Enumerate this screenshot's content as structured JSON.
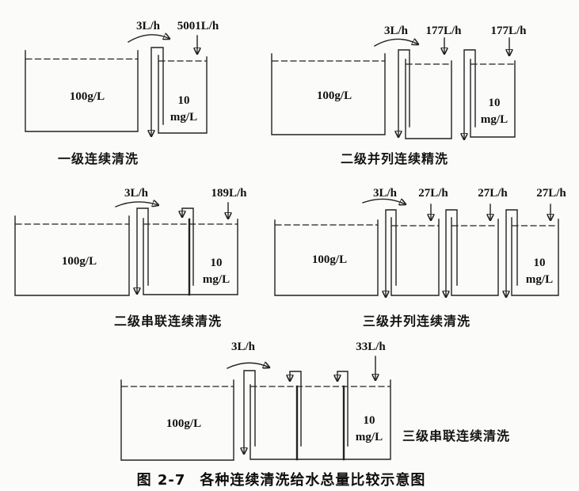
{
  "figure": {
    "caption_prefix": "图 2-7",
    "caption_title": "各种连续清洗给水总量比较示意图"
  },
  "colors": {
    "line": "#222222",
    "text": "#111111",
    "background": "#fbfbfa"
  },
  "diagrams": [
    {
      "caption": "一级连续清洗",
      "dragout": "3L/h",
      "feeds": [
        "5001L/h"
      ],
      "source": "100g/L",
      "rinse": "10 mg/L"
    },
    {
      "caption": "二级并列连续精洗",
      "dragout": "3L/h",
      "feeds": [
        "177L/h",
        "177L/h"
      ],
      "source": "100g/L",
      "rinse": "10 mg/L"
    },
    {
      "caption": "二级串联连续清洗",
      "dragout": "3L/h",
      "feeds": [
        "189L/h"
      ],
      "source": "100g/L",
      "rinse": "10 mg/L"
    },
    {
      "caption": "三级并列连续清洗",
      "dragout": "3L/h",
      "feeds": [
        "27L/h",
        "27L/h",
        "27L/h"
      ],
      "source": "100g/L",
      "rinse": "10 mg/L"
    },
    {
      "caption": "三级串联连续清洗",
      "dragout": "3L/h",
      "feeds": [
        "33L/h"
      ],
      "source": "100g/L",
      "rinse": "10 mg/L"
    }
  ]
}
